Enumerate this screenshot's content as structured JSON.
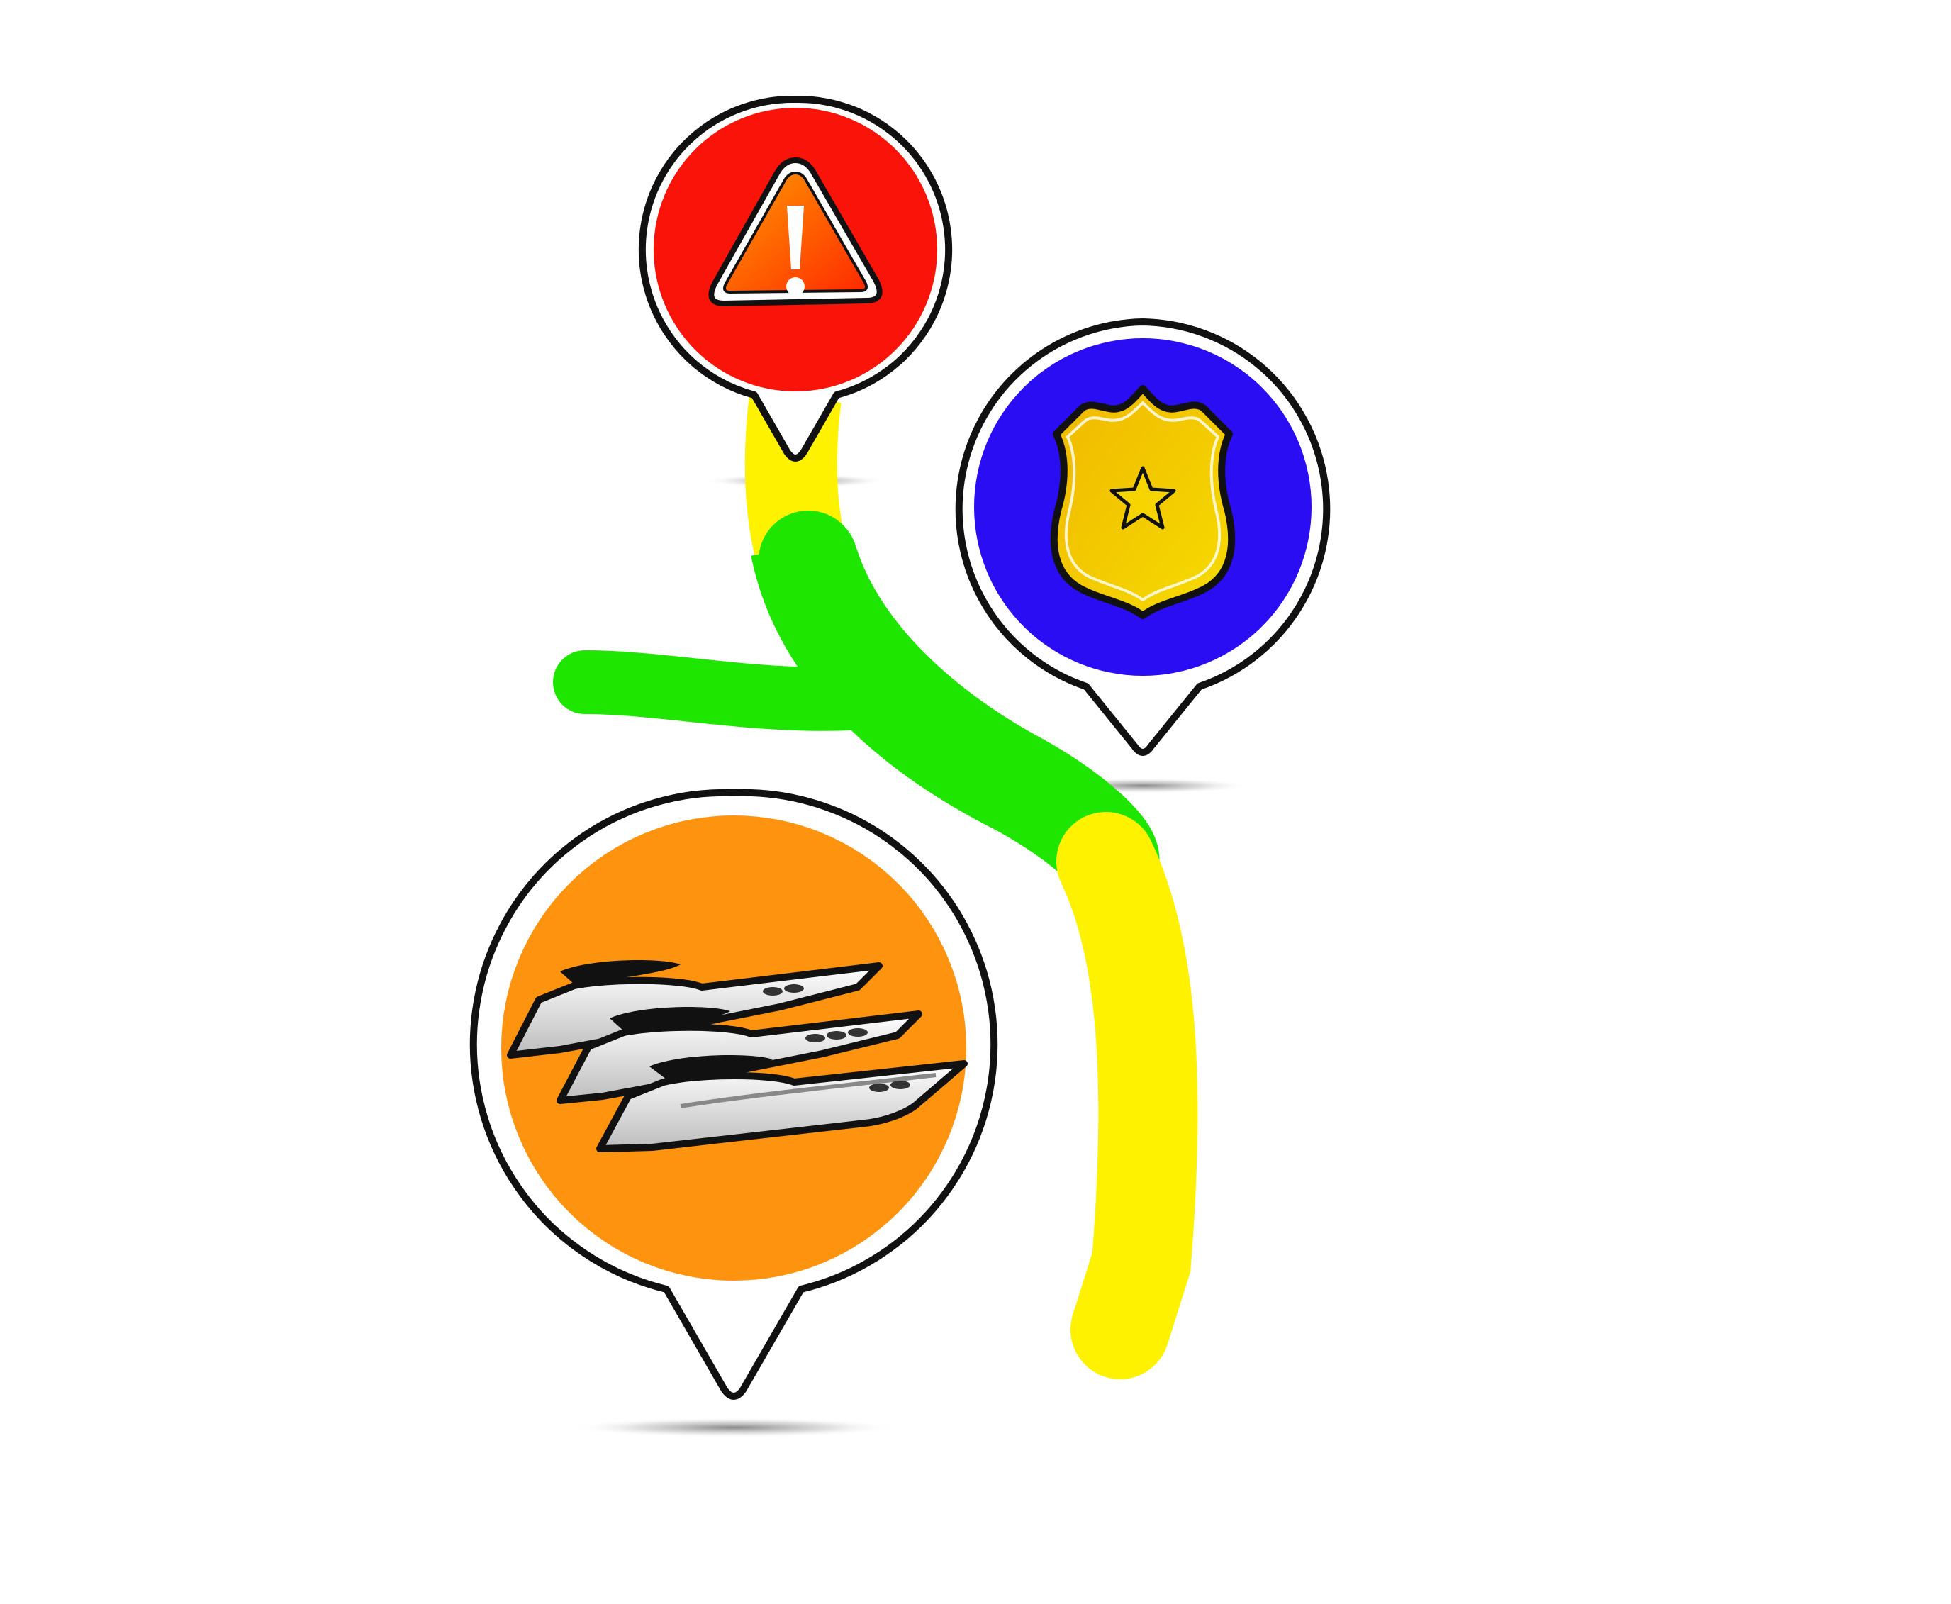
{
  "map": {
    "background_color": "#ffffff",
    "roads": [
      {
        "name": "road-north",
        "status": "moderate",
        "color": "#fff200"
      },
      {
        "name": "road-center",
        "status": "clear",
        "color": "#1ee600"
      },
      {
        "name": "road-west-branch",
        "status": "clear",
        "color": "#1ee600"
      },
      {
        "name": "road-south",
        "status": "moderate",
        "color": "#fff200"
      }
    ],
    "markers": [
      {
        "name": "warning-marker",
        "icon": "warning-icon",
        "fill_color": "#fa1309",
        "icon_color": "#ff5a00"
      },
      {
        "name": "police-marker",
        "icon": "police-badge-icon",
        "fill_color": "#2a0df2",
        "icon_color": "#e8b400"
      },
      {
        "name": "boat-marker",
        "icon": "speedboat-icon",
        "fill_color": "#fd930f",
        "icon_color": "#ffffff"
      }
    ]
  }
}
